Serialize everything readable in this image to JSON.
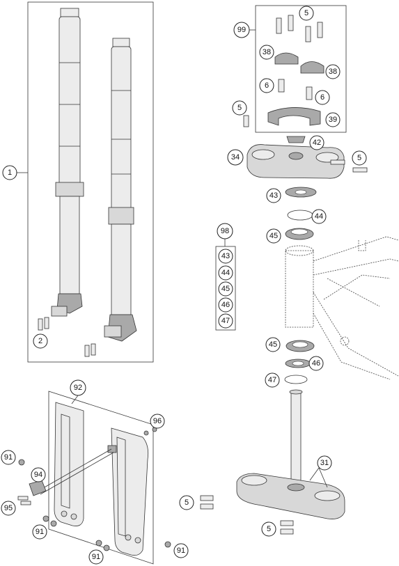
{
  "callouts": {
    "c1": "1",
    "c2": "2",
    "c99": "99",
    "c5a": "5",
    "c38a": "38",
    "c38b": "38",
    "c6a": "6",
    "c6b": "6",
    "c39": "39",
    "c5b": "5",
    "c42": "42",
    "c34": "34",
    "c5c": "5",
    "c43": "43",
    "c44": "44",
    "c45a": "45",
    "c98": "98",
    "c98_43": "43",
    "c98_44": "44",
    "c98_45": "45",
    "c98_46": "46",
    "c98_47": "47",
    "c45b": "45",
    "c46": "46",
    "c47": "47",
    "c92": "92",
    "c96": "96",
    "c91a": "91",
    "c94": "94",
    "c95": "95",
    "c91b": "91",
    "c91c": "91",
    "c91d": "91",
    "c5d": "5",
    "c31": "31",
    "c5e": "5"
  }
}
